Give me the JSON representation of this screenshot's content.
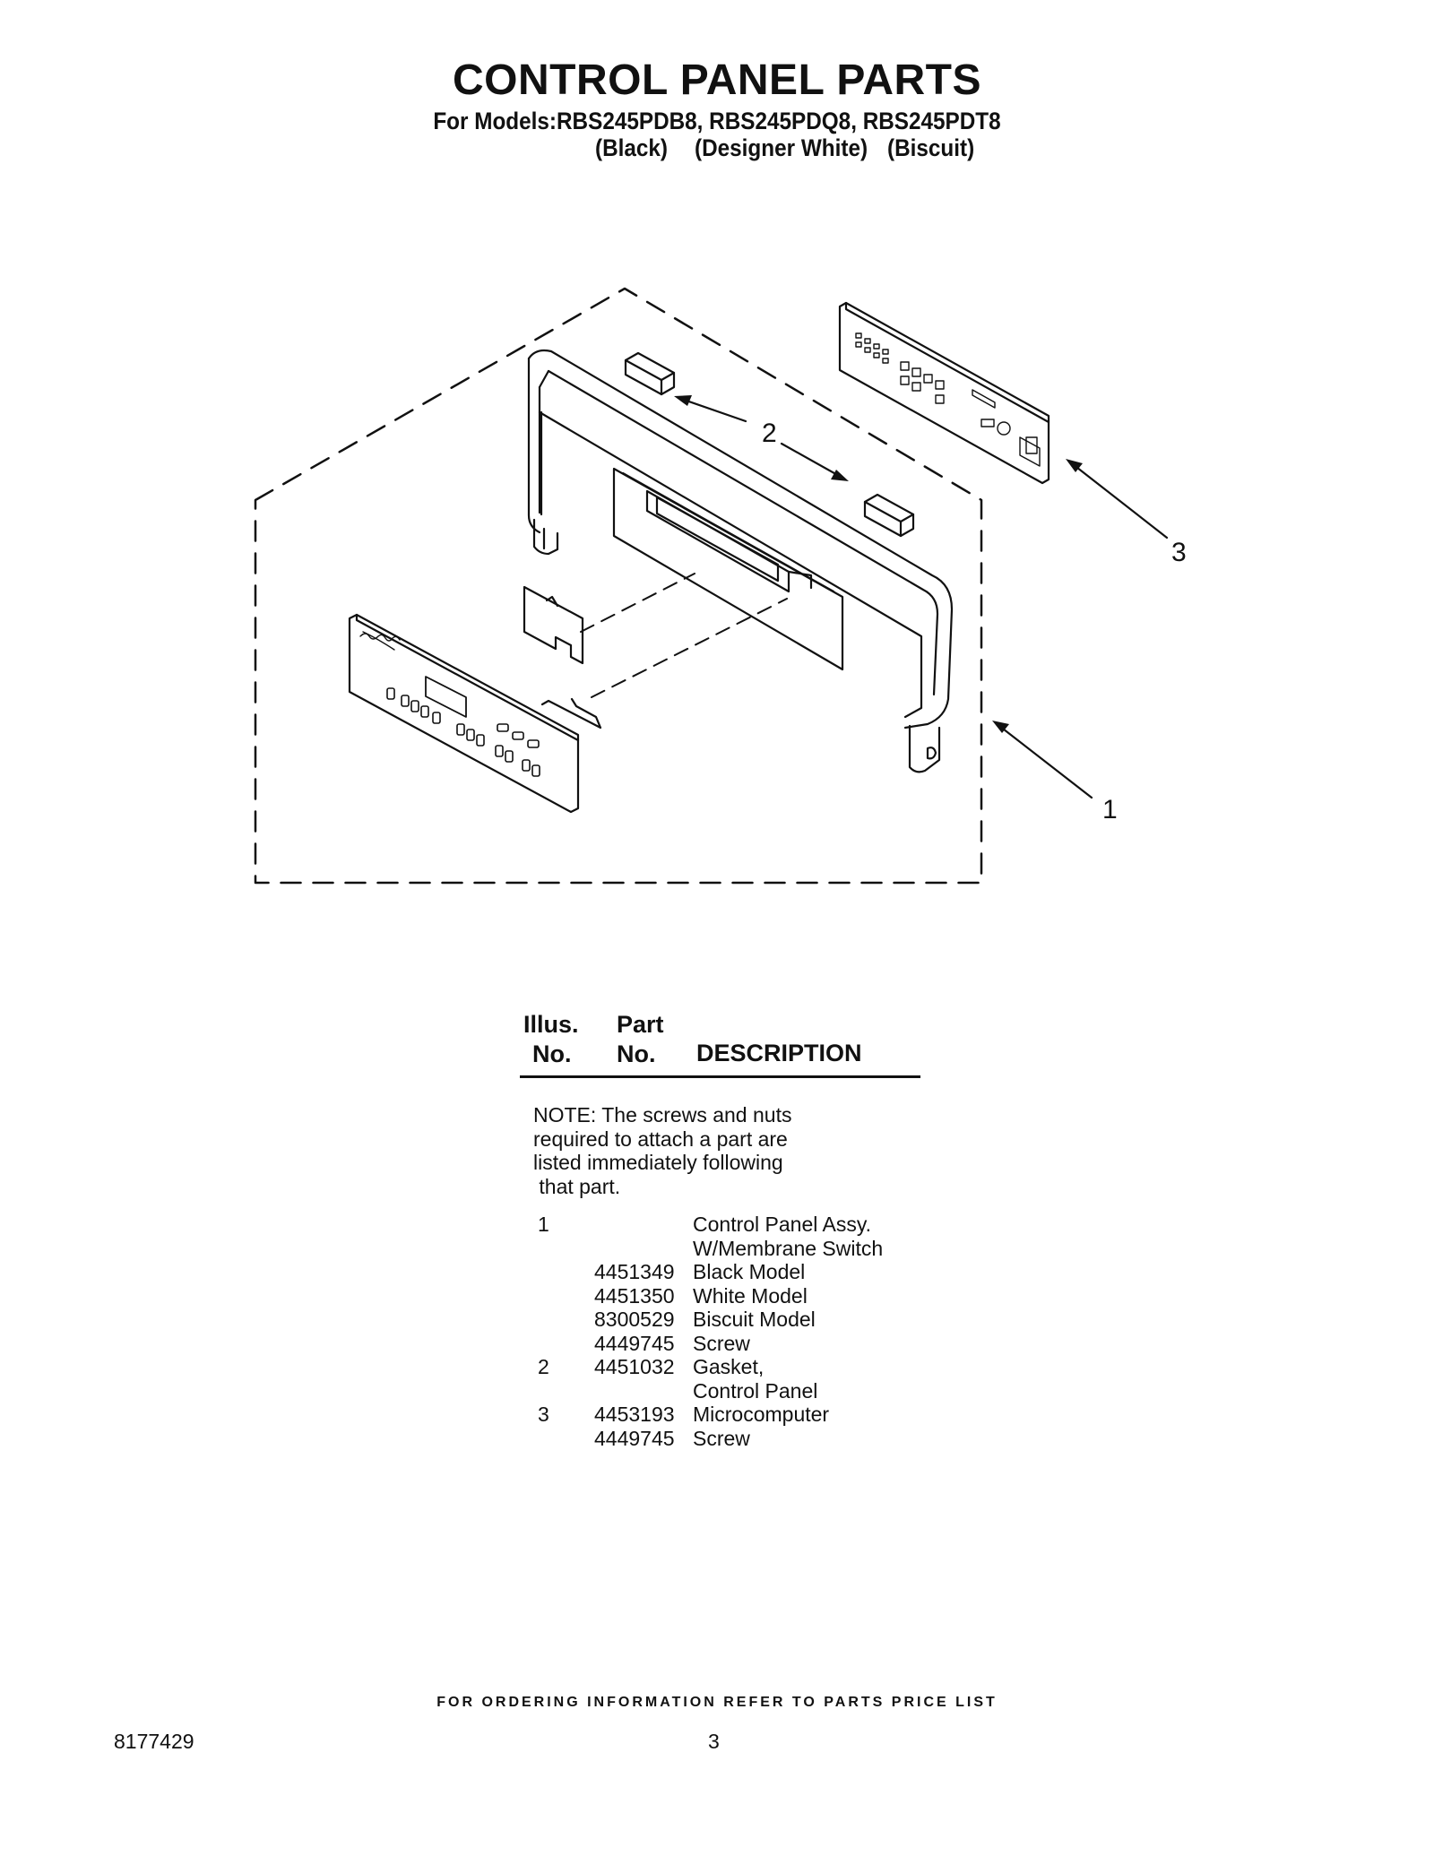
{
  "header": {
    "title": "CONTROL PANEL PARTS",
    "models_line": "For Models:RBS245PDB8, RBS245PDQ8, RBS245PDT8",
    "variants": [
      "(Black)",
      "(Designer White)",
      "(Biscuit)"
    ]
  },
  "diagram": {
    "callouts": [
      "2",
      "3",
      "1"
    ]
  },
  "table": {
    "header_illus": [
      "Illus.",
      "No."
    ],
    "header_part": [
      "Part",
      "No."
    ],
    "header_desc": "DESCRIPTION",
    "note_lines": [
      "NOTE: The screws and nuts",
      "required to attach a part are",
      "listed immediately following",
      " that part."
    ],
    "rows": [
      {
        "illus": "1",
        "part": "",
        "desc": "Control Panel Assy."
      },
      {
        "illus": "",
        "part": "",
        "desc": "W/Membrane Switch"
      },
      {
        "illus": "",
        "part": "4451349",
        "desc": "Black Model"
      },
      {
        "illus": "",
        "part": "4451350",
        "desc": "White Model"
      },
      {
        "illus": "",
        "part": "8300529",
        "desc": "Biscuit Model"
      },
      {
        "illus": "",
        "part": "4449745",
        "desc": "Screw"
      },
      {
        "illus": "2",
        "part": "4451032",
        "desc": "Gasket,"
      },
      {
        "illus": "",
        "part": "",
        "desc": "Control Panel"
      },
      {
        "illus": "3",
        "part": "4453193",
        "desc": "Microcomputer"
      },
      {
        "illus": "",
        "part": "4449745",
        "desc": "Screw"
      }
    ]
  },
  "footer": {
    "ordering_info": "FOR ORDERING INFORMATION REFER TO PARTS PRICE LIST",
    "document_number": "8177429",
    "page_number": "3"
  }
}
